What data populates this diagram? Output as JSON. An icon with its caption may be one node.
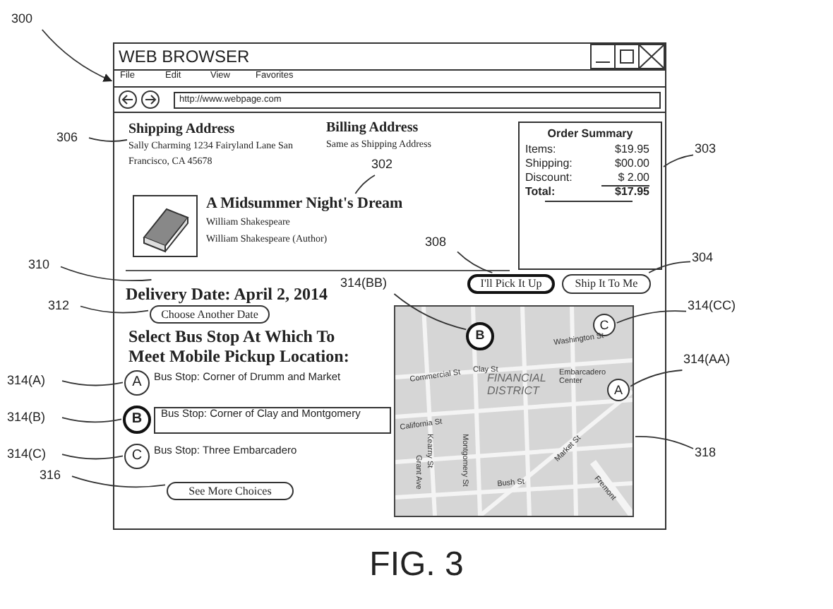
{
  "diagram": {
    "caption": "FIG. 3",
    "nodes": [
      {
        "text": [
          "300"
        ]
      },
      {
        "text": [
          "WEB BROWSER"
        ]
      },
      {
        "text": [
          "306"
        ]
      },
      {
        "text": [
          "Shipping Address",
          "Sally Charming 1234 Fairyland Lane San Francisco, CA 45678"
        ],
        "in": 1
      },
      {
        "text": [
          "302"
        ],
        "in": 1
      },
      {
        "text": [
          "A Midsummer Night's Dream",
          "William Shakespeare",
          "William Shakespeare (Author)"
        ],
        "in": 1
      },
      {
        "text": [
          "Order Summary",
          "Items:",
          "$19.95",
          "Shipping:",
          "$00.00",
          "Discount:",
          "$ 2.00",
          "Total:",
          "$17.95"
        ],
        "in": 1
      },
      {
        "text": [
          "303"
        ]
      },
      {
        "text": [
          "310"
        ]
      },
      {
        "text": [
          "Delivery Date: April 2, 2014"
        ],
        "in": 1
      },
      {
        "text": [
          "312"
        ]
      },
      {
        "text": [
          "Choose Another Date"
        ],
        "in": 1
      },
      {
        "text": [
          "308"
        ],
        "in": 1
      },
      {
        "text": [
          "I'll Pick It Up"
        ],
        "in": 1
      },
      {
        "text": [
          "Ship It To Me"
        ],
        "in": 1
      },
      {
        "text": [
          "304"
        ]
      },
      {
        "text": [
          "314(BB)"
        ],
        "in": 1
      },
      {
        "text": [],
        "shape": "picture",
        "in": 1
      },
      {
        "text": [
          "B"
        ],
        "in": 17
      },
      {
        "text": [
          "C"
        ],
        "in": 17
      },
      {
        "text": [
          "A"
        ],
        "in": 17
      },
      {
        "text": [
          "314(CC)"
        ]
      },
      {
        "text": [
          "314(AA)"
        ]
      },
      {
        "text": [
          "314(A)"
        ]
      },
      {
        "text": [
          "A"
        ],
        "in": 1,
        "beside": [
          "Bus Stop: Corner of Drumm and Market"
        ]
      },
      {
        "text": [
          "314(B)"
        ]
      },
      {
        "text": [
          "B"
        ],
        "in": 1
      },
      {
        "text": [
          "Bus Stop: Corner of Clay and Montgomery"
        ],
        "in": 1
      },
      {
        "text": [
          "314(C)"
        ]
      },
      {
        "text": [
          "C"
        ],
        "in": 1,
        "beside": [
          "Bus Stop: Three Embarcadero"
        ]
      },
      {
        "text": [
          "316"
        ]
      },
      {
        "text": [
          "See More Choices"
        ],
        "in": 1
      },
      {
        "text": [
          "318"
        ]
      }
    ],
    "edges": [
      {
        "from": 0,
        "to": 1,
        "arrow": "to"
      },
      {
        "from": 2,
        "to": 3,
        "arrow": "none"
      },
      {
        "from": 4,
        "to": 5,
        "arrow": "none"
      },
      {
        "from": 7,
        "to": 6,
        "arrow": "none"
      },
      {
        "from": 8,
        "to": 9,
        "arrow": "none"
      },
      {
        "from": 10,
        "to": 11,
        "arrow": "none"
      },
      {
        "from": 12,
        "to": 13,
        "arrow": "none"
      },
      {
        "from": 15,
        "to": 14,
        "arrow": "none"
      },
      {
        "from": 16,
        "to": 18,
        "arrow": "none"
      },
      {
        "from": 21,
        "to": 19,
        "arrow": "none"
      },
      {
        "from": 22,
        "to": 20,
        "arrow": "none"
      },
      {
        "from": 23,
        "to": 24,
        "arrow": "none"
      },
      {
        "from": 25,
        "to": 26,
        "arrow": "none"
      },
      {
        "from": 28,
        "to": 29,
        "arrow": "none"
      },
      {
        "from": 30,
        "to": 31,
        "arrow": "none"
      },
      {
        "from": 32,
        "to": 17,
        "arrow": "none"
      }
    ],
    "labels": [
      "File",
      "Edit",
      "View",
      "Favorites",
      "http://www.webpage.com",
      "Billing Address",
      "Same as Shipping Address",
      "Select Bus Stop At Which To Meet Mobile Pickup Location:",
      "Clay St",
      "Commercial St",
      "FINANCIAL DISTRICT",
      "Kearny St",
      "Montgomery St",
      "Bush St",
      "Market St",
      "Fremont",
      "Washington St",
      "Embarcadero Center",
      "California St",
      "Grant Ave"
    ]
  }
}
